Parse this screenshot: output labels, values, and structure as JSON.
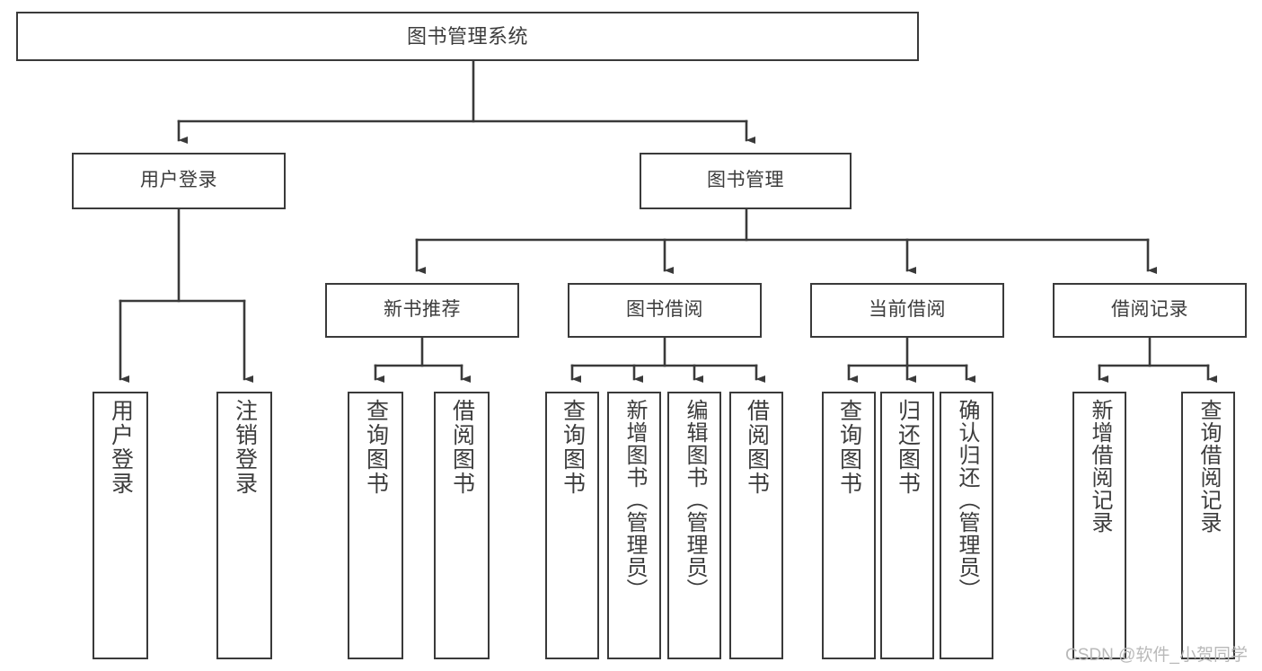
{
  "diagram": {
    "title": "图书管理系统",
    "type": "hierarchy-tree",
    "watermark": "CSDN @软件_小贺同学",
    "colors": {
      "background": "#ffffff",
      "box_border": "#3a3a3a",
      "text": "#3c3c3c",
      "edge": "#3a3a3a",
      "watermark": "#b9b9b9"
    },
    "nodes": {
      "root": {
        "label": "图书管理系统"
      },
      "level1": [
        {
          "label": "用户登录"
        },
        {
          "label": "图书管理"
        }
      ],
      "level2": [
        {
          "label": "新书推荐"
        },
        {
          "label": "图书借阅"
        },
        {
          "label": "当前借阅"
        },
        {
          "label": "借阅记录"
        }
      ],
      "leaves": {
        "user_login": [
          {
            "label": "用户登录"
          },
          {
            "label": "注销登录"
          }
        ],
        "new_book_recommend": [
          {
            "label": "查询图书"
          },
          {
            "label": "借阅图书"
          }
        ],
        "book_borrow": [
          {
            "label": "查询图书"
          },
          {
            "label": "新增图书（管理员）"
          },
          {
            "label": "编辑图书（管理员）"
          },
          {
            "label": "借阅图书"
          }
        ],
        "current_borrow": [
          {
            "label": "查询图书"
          },
          {
            "label": "归还图书"
          },
          {
            "label": "确认归还（管理员）"
          }
        ],
        "borrow_record": [
          {
            "label": "新增借阅记录"
          },
          {
            "label": "查询借阅记录"
          }
        ]
      }
    }
  }
}
